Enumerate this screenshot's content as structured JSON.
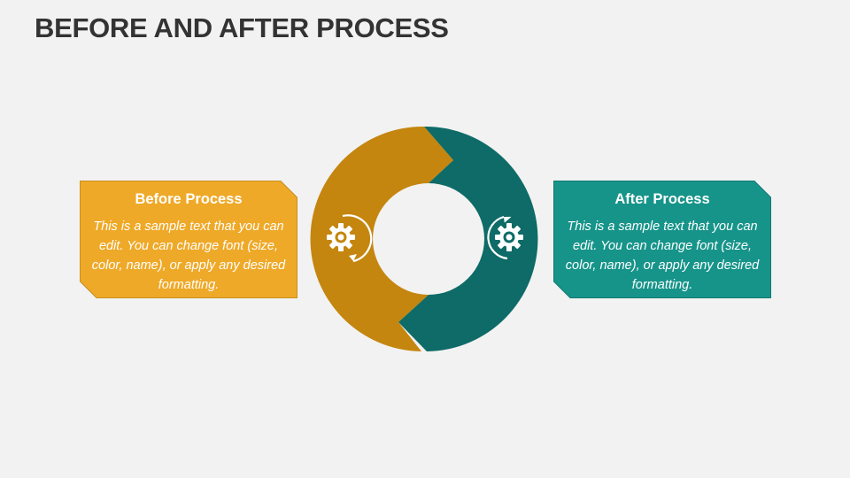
{
  "slide": {
    "title": "BEFORE AND AFTER PROCESS"
  },
  "colors": {
    "before_card": "#efa928",
    "before_card_border": "#c88f1e",
    "before_arc": "#c4860f",
    "after_card": "#17948a",
    "after_card_border": "#0f7a72",
    "after_arc": "#0e6b67",
    "background": "#f2f2f2",
    "title": "#333333"
  },
  "cards": {
    "before": {
      "title": "Before Process",
      "body": "This is a sample text that you can edit. You can change font (size, color, name), or apply any desired formatting."
    },
    "after": {
      "title": "After Process",
      "body": "This is a sample text that you can edit. You can change font (size, color, name), or apply any desired formatting."
    }
  },
  "icons": {
    "before": "gear-cycle-icon",
    "after": "gear-cycle-icon"
  }
}
